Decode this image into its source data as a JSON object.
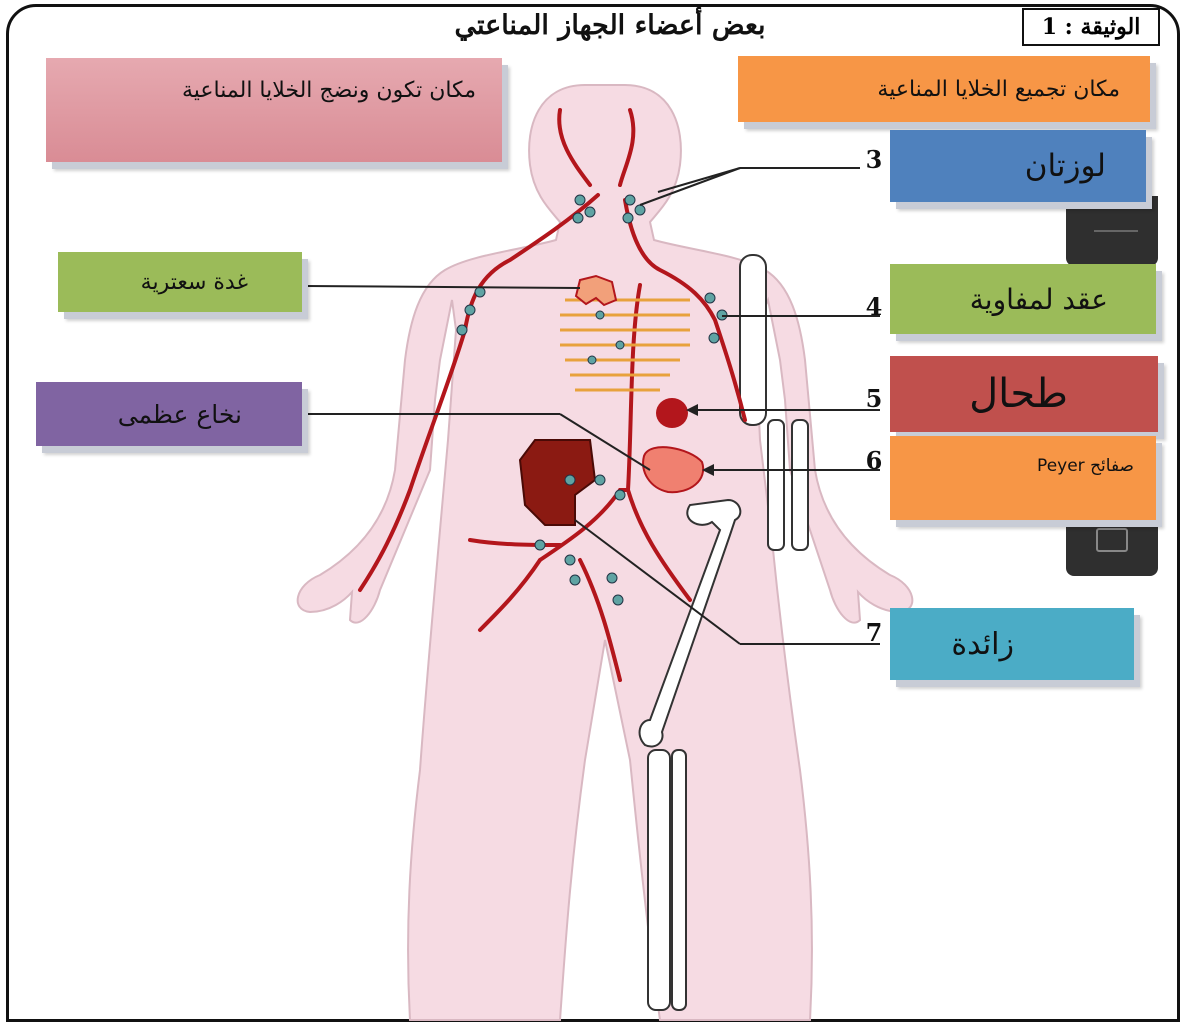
{
  "title": "بعض أعضاء الجهاز المناعتي",
  "document_label": "الوثيقة : 1",
  "labels": {
    "formation_site": "مكان تكون ونضج الخلايا المناعية",
    "gathering_site": "مكان تجميع الخلايا المناعية",
    "tonsils": "لوزتان",
    "thymus": "غدة سعترية",
    "lymph_nodes": "عقد لمفاوية",
    "bone_marrow": "نخاع عظمى",
    "spleen": "طحال",
    "peyer_patches": "صفائح Peyer",
    "appendix": "زائدة"
  },
  "numbers": {
    "n3": "3",
    "n4": "4",
    "n5": "5",
    "n6": "6",
    "n7": "7"
  },
  "colors": {
    "body_fill": "#f6dbe3",
    "vessel": "#b3161c",
    "node": "#5fa3a3",
    "formation_box": "#d98c95",
    "gathering_box": "#f79646",
    "tonsils_box": "#4f81bd",
    "thymus_box": "#9bbb59",
    "lymph_nodes_box": "#9bbb59",
    "bone_marrow_box": "#8064a2",
    "spleen_box": "#c0504d",
    "peyer_box": "#f79646",
    "appendix_box": "#4bacc6"
  },
  "icons": {
    "tab_icon": "window-icon"
  }
}
